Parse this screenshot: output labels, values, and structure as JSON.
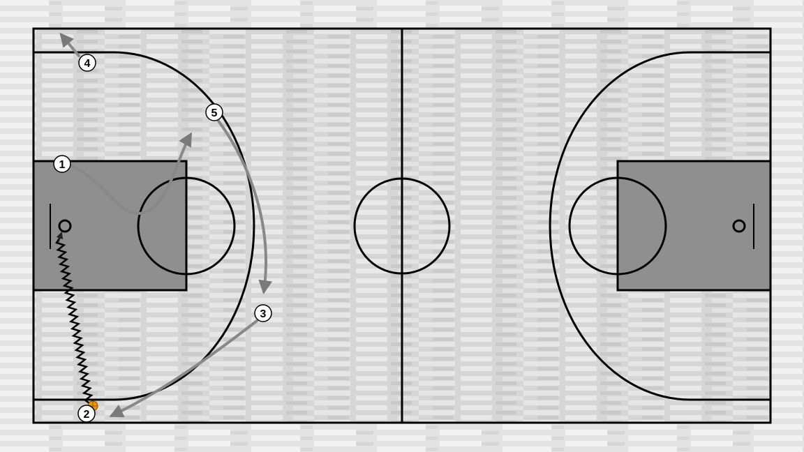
{
  "court": {
    "floor_color": "#d9d9d9",
    "plank_light": "#ececec",
    "plank_dark": "#c8c8c8",
    "paint_color": "#8f8f8f",
    "line_color": "#000000"
  },
  "movement": {
    "cut_color": "#888888",
    "dribble_color": "#000000",
    "ball_color": "#e8950f"
  },
  "players": [
    {
      "label": "1"
    },
    {
      "label": "2"
    },
    {
      "label": "3"
    },
    {
      "label": "4"
    },
    {
      "label": "5"
    }
  ]
}
